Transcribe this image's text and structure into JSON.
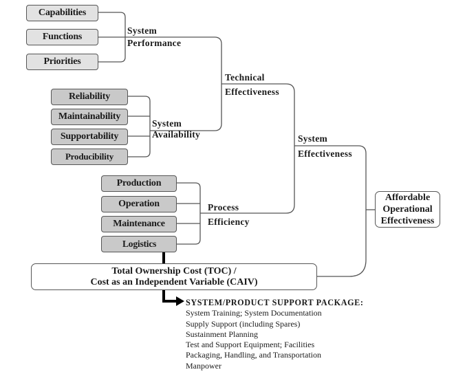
{
  "diagram": {
    "system_performance": {
      "inputs": [
        "Capabilities",
        "Functions",
        "Priorities"
      ],
      "label": [
        "System",
        "Performance"
      ]
    },
    "system_availability": {
      "inputs": [
        "Reliability",
        "Maintainability",
        "Supportability",
        "Producibility"
      ],
      "label": [
        "System",
        "Availability"
      ]
    },
    "technical_effectiveness": {
      "label": [
        "Technical",
        "Effectiveness"
      ]
    },
    "process_efficiency": {
      "inputs": [
        "Production",
        "Operation",
        "Maintenance",
        "Logistics"
      ],
      "label": [
        "Process",
        "Efficiency"
      ]
    },
    "system_effectiveness": {
      "label": [
        "System",
        "Effectiveness"
      ]
    },
    "affordable_operational_effectiveness": {
      "lines": [
        "Affordable",
        "Operational",
        "Effectiveness"
      ]
    },
    "total_ownership_cost": {
      "lines": [
        "Total Ownership Cost (TOC) /",
        "Cost as an Independent Variable (CAIV)"
      ]
    },
    "support_package": {
      "title": "SYSTEM/PRODUCT SUPPORT PACKAGE:",
      "items": [
        "System Training; System Documentation",
        "Supply Support (including Spares)",
        "Sustainment Planning",
        "Test and Support Equipment; Facilities",
        "Packaging, Handling, and Transportation",
        "Manpower"
      ]
    },
    "colors": {
      "light_box": "#e2e2e2",
      "dark_box": "#c9c9c9",
      "line": "#555555",
      "arrow": "#000000"
    }
  }
}
